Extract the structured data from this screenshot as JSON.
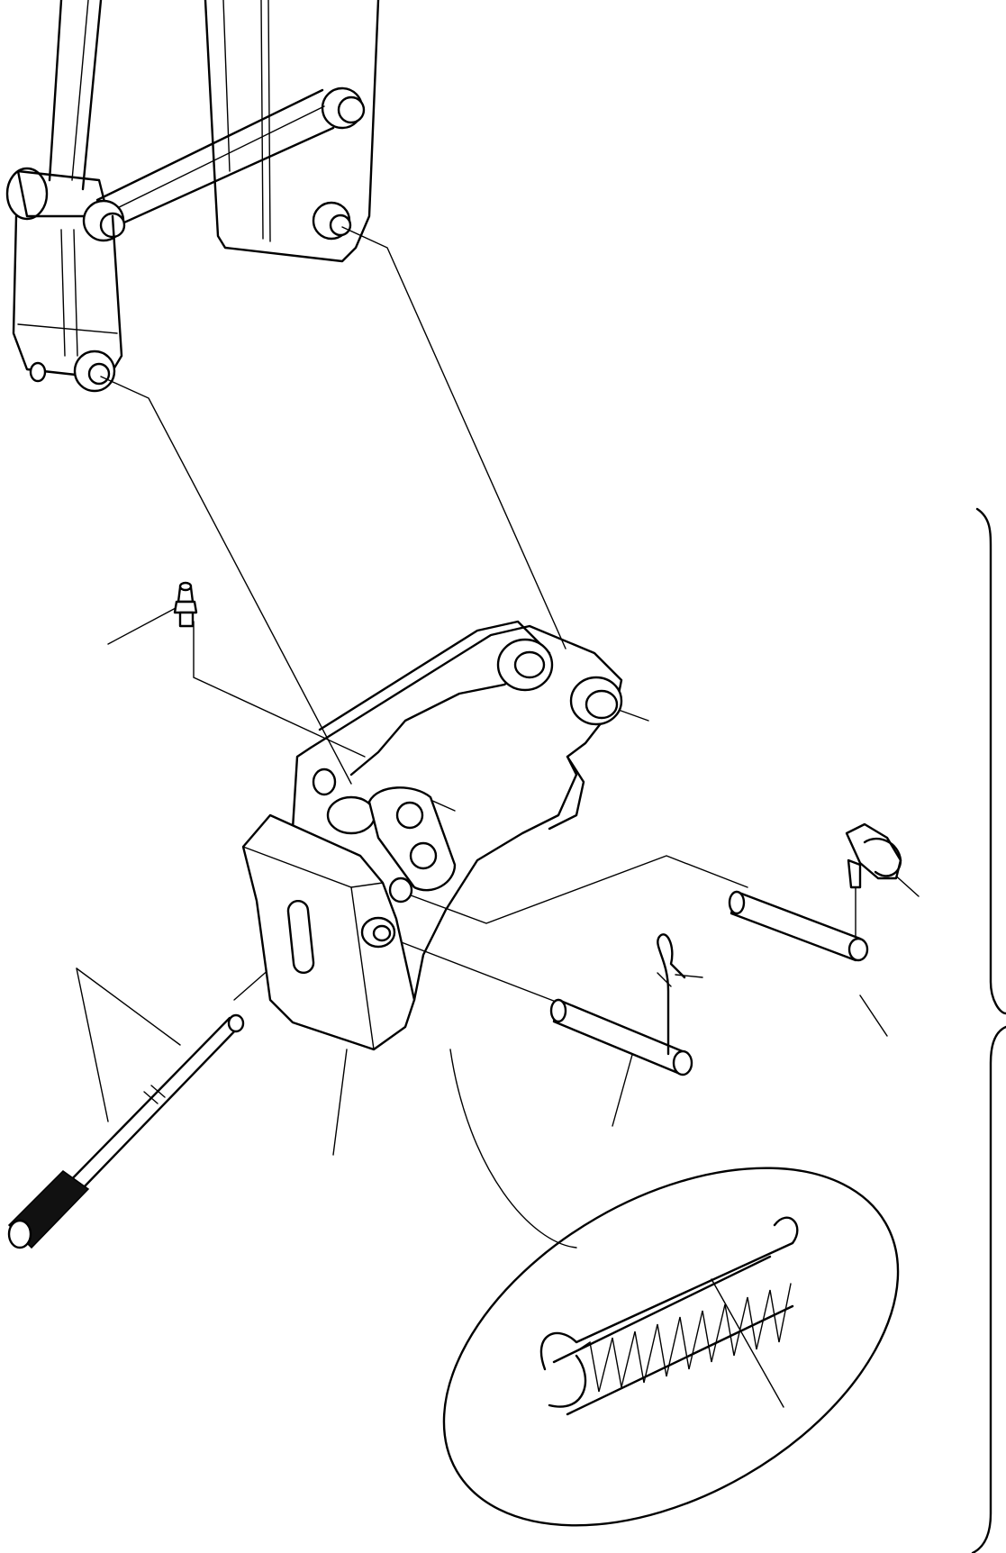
{
  "diagram": {
    "kind": "exploded parts illustration",
    "line_color": "#000000",
    "background": "#ffffff",
    "parts": [
      {
        "id": "boom-arm-linkage",
        "icon": "boom-arm-icon"
      },
      {
        "id": "grease-nipple",
        "icon": "grease-fitting-icon"
      },
      {
        "id": "quick-coupler-body",
        "icon": "coupler-icon"
      },
      {
        "id": "locking-plate",
        "icon": "plate-icon"
      },
      {
        "id": "release-bar",
        "icon": "lever-icon"
      },
      {
        "id": "pin-upper",
        "icon": "pin-icon"
      },
      {
        "id": "pin-lower",
        "icon": "pin-icon"
      },
      {
        "id": "linch-pin",
        "icon": "linch-pin-icon"
      },
      {
        "id": "r-clip",
        "icon": "r-clip-icon"
      },
      {
        "id": "spring-detail",
        "icon": "spring-icon"
      },
      {
        "id": "assembly-bracket",
        "icon": "brace-icon"
      }
    ]
  }
}
